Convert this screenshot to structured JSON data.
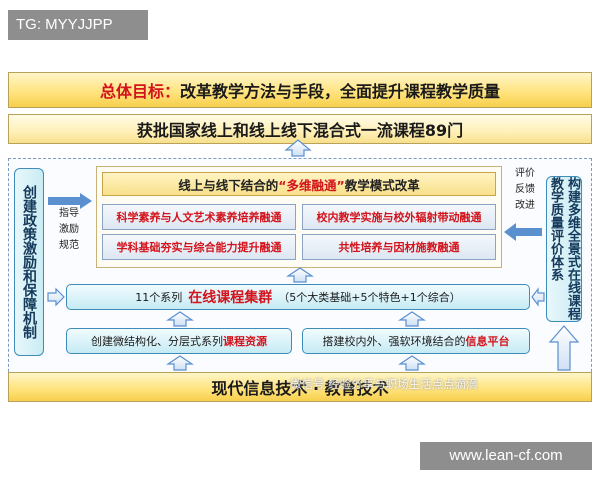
{
  "tag": "TG: MYYJJPP",
  "goal": {
    "prefix": "总体目标：",
    "text": "改革教学方法与手段，全面提升课程教学质量"
  },
  "approved": "获批国家线上和线上线下混合式一流课程89门",
  "left_vertical": "创建政策激励和保障机制",
  "right_vertical": "构建多维全景式在线课程教学质量评价体系",
  "guide_label": [
    "指导",
    "激励",
    "规范"
  ],
  "feedback_label": [
    "评价",
    "反馈",
    "改进"
  ],
  "mode": {
    "prefix": "线上与线下结合的",
    "highlight": "“多维融通”",
    "suffix": "教学模式改革"
  },
  "cells": [
    "科学素养与人文艺术素养培养融通",
    "校内教学实施与校外辐射带动融通",
    "学科基础夯实与综合能力提升融通",
    "共性培养与因材施教融通"
  ],
  "courses": {
    "prefix": "11个系列",
    "highlight": "在线课程集群",
    "suffix": "（5个大类基础+5个特色+1个综合）"
  },
  "resources": {
    "prefix": "创建微结构化、分层式系列",
    "highlight": "课程资源"
  },
  "platform": {
    "prefix": "搭建校内外、强软环境结合的",
    "highlight": "信息平台"
  },
  "modern": "现代信息技术 · 教育技术",
  "watermark": "微信号 经验分享与职场生活点点滴滴",
  "url": "www.lean-cf.com",
  "colors": {
    "accent_red": "#d4141c",
    "blue_border": "#3d8db8",
    "arrow_blue": "#5a8fd0"
  }
}
